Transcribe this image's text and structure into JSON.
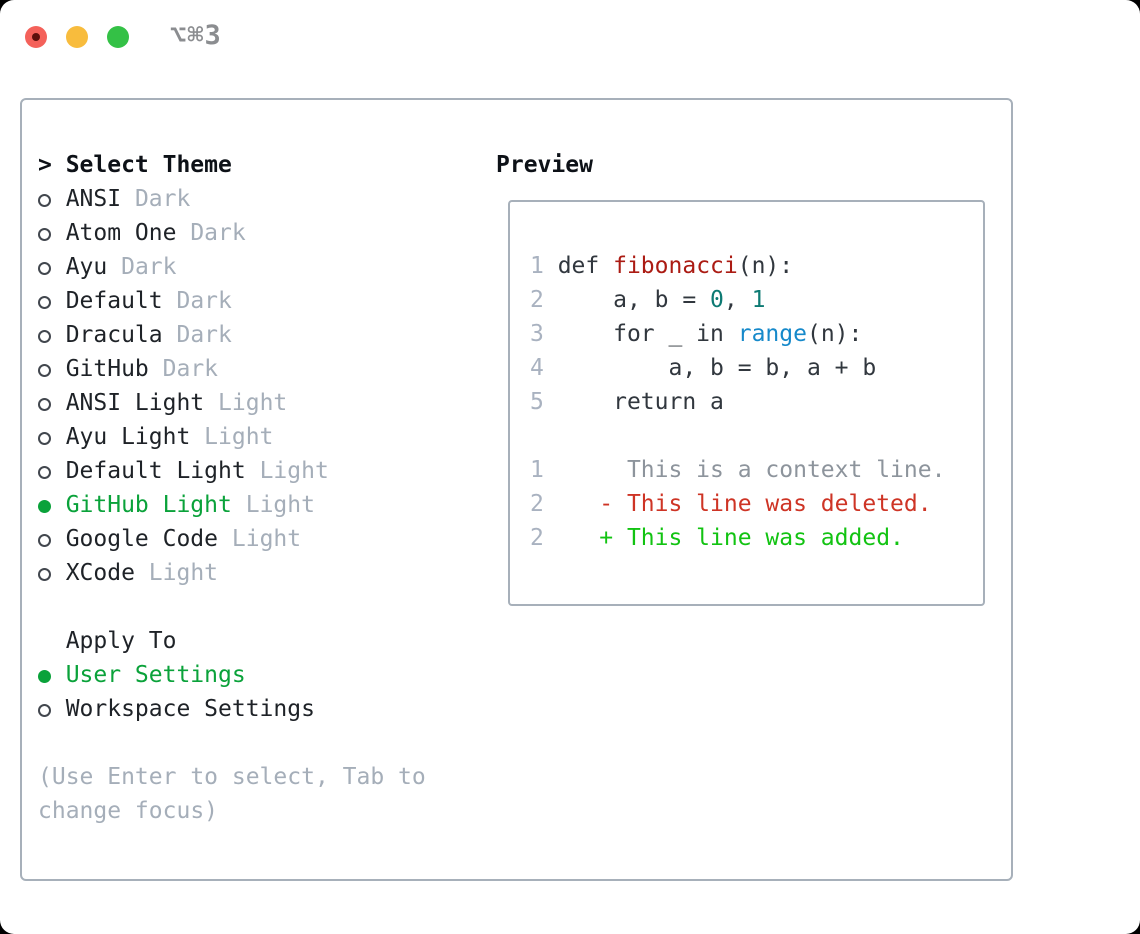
{
  "window": {
    "title": "⌥⌘3",
    "traffic_lights": [
      {
        "name": "close-button"
      },
      {
        "name": "minimize-button"
      },
      {
        "name": "zoom-button"
      }
    ]
  },
  "theme_panel": {
    "header_pointer": ">",
    "header_label": "Select Theme",
    "themes": [
      {
        "name": "ANSI",
        "variant": "Dark",
        "selected": false
      },
      {
        "name": "Atom One",
        "variant": "Dark",
        "selected": false
      },
      {
        "name": "Ayu",
        "variant": "Dark",
        "selected": false
      },
      {
        "name": "Default",
        "variant": "Dark",
        "selected": false
      },
      {
        "name": "Dracula",
        "variant": "Dark",
        "selected": false
      },
      {
        "name": "GitHub",
        "variant": "Dark",
        "selected": false
      },
      {
        "name": "ANSI Light",
        "variant": "Light",
        "selected": false
      },
      {
        "name": "Ayu Light",
        "variant": "Light",
        "selected": false
      },
      {
        "name": "Default Light",
        "variant": "Light",
        "selected": false
      },
      {
        "name": "GitHub Light",
        "variant": "Light",
        "selected": true
      },
      {
        "name": "Google Code",
        "variant": "Light",
        "selected": false
      },
      {
        "name": "XCode",
        "variant": "Light",
        "selected": false
      }
    ],
    "apply_to_label": "Apply To",
    "apply_options": [
      {
        "name": "User Settings",
        "selected": true
      },
      {
        "name": "Workspace Settings",
        "selected": false
      }
    ],
    "hint_lines": [
      "(Use Enter to select, Tab to",
      "change focus)"
    ]
  },
  "preview": {
    "title": "Preview",
    "lines": [
      {
        "no": "1",
        "tokens": [
          {
            "t": " def ",
            "c": "plain"
          },
          {
            "t": "fibonacci",
            "c": "function"
          },
          {
            "t": "(n):",
            "c": "plain"
          }
        ]
      },
      {
        "no": "2",
        "tokens": [
          {
            "t": "     a, b = ",
            "c": "plain"
          },
          {
            "t": "0",
            "c": "number"
          },
          {
            "t": ", ",
            "c": "plain"
          },
          {
            "t": "1",
            "c": "number"
          }
        ]
      },
      {
        "no": "3",
        "tokens": [
          {
            "t": "     for _ in ",
            "c": "plain"
          },
          {
            "t": "range",
            "c": "builtin"
          },
          {
            "t": "(n):",
            "c": "plain"
          }
        ]
      },
      {
        "no": "4",
        "tokens": [
          {
            "t": "         a, b = b, a + b",
            "c": "plain"
          }
        ]
      },
      {
        "no": "5",
        "tokens": [
          {
            "t": "     return a",
            "c": "plain"
          }
        ]
      },
      {
        "no": "",
        "tokens": []
      },
      {
        "no": "1",
        "tokens": [
          {
            "t": "      This is a context line.",
            "c": "context"
          }
        ]
      },
      {
        "no": "2",
        "tokens": [
          {
            "t": "    - This line was deleted.",
            "c": "deleted"
          }
        ]
      },
      {
        "no": "2",
        "tokens": [
          {
            "t": "    + This line was added.",
            "c": "added"
          }
        ]
      }
    ]
  },
  "colors": {
    "panel_border": "#a7b0ba",
    "title_gray": "#8b8d90",
    "text_primary": "#1e2227",
    "text_muted": "#a5aeb9",
    "select_green": "#0aa23a",
    "added_green": "#12c312",
    "deleted_red": "#ce3425",
    "function_red": "#ab1b13",
    "number_teal": "#0d7a73",
    "builtin_blue": "#1689ca",
    "code_text": "#31373e",
    "lineno_gray": "#a9b2c0",
    "context_gray": "#8d949c",
    "light_red": "#f4615a",
    "light_red_dot": "#5d100c",
    "light_yellow": "#f8bc3d",
    "light_green": "#34c146"
  }
}
